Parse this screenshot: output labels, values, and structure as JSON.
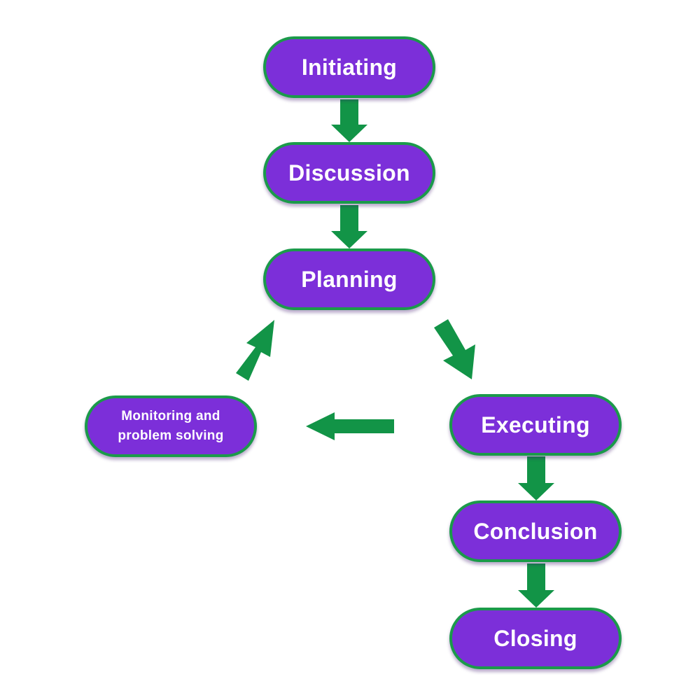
{
  "diagram": {
    "colors": {
      "node_fill": "#7c2fd9",
      "node_border": "#1b9a4a",
      "node_text": "#ffffff",
      "arrow": "#129447",
      "background": "#ffffff"
    },
    "nodes": {
      "initiating": {
        "label": "Initiating"
      },
      "discussion": {
        "label": "Discussion"
      },
      "planning": {
        "label": "Planning"
      },
      "executing": {
        "label": "Executing"
      },
      "conclusion": {
        "label": "Conclusion"
      },
      "closing": {
        "label": "Closing"
      },
      "monitoring": {
        "line1": "Monitoring and",
        "line2": "problem solving"
      }
    },
    "edges": [
      {
        "from": "initiating",
        "to": "discussion"
      },
      {
        "from": "discussion",
        "to": "planning"
      },
      {
        "from": "planning",
        "to": "executing"
      },
      {
        "from": "executing",
        "to": "monitoring"
      },
      {
        "from": "monitoring",
        "to": "planning"
      },
      {
        "from": "executing",
        "to": "conclusion"
      },
      {
        "from": "conclusion",
        "to": "closing"
      }
    ]
  }
}
